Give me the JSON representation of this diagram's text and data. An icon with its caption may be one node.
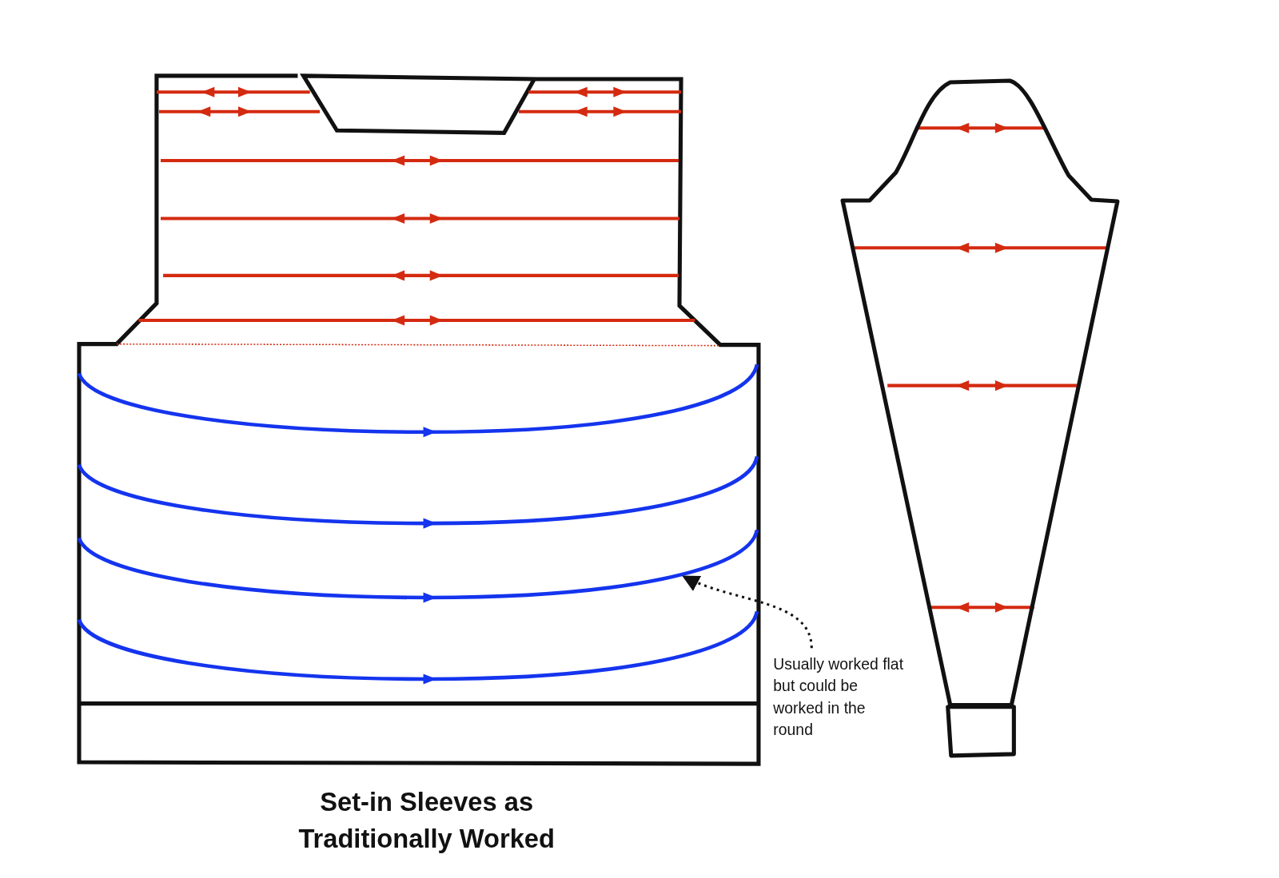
{
  "diagram": {
    "title": "Set-in Sleeves as Traditionally Worked",
    "nodes": [
      {
        "text": [
          "Usually worked flat but could be worked in the round"
        ]
      },
      {
        "text": [],
        "shape": "curve"
      }
    ],
    "edges": [
      {
        "from": 0,
        "to": 1,
        "arrow": "to",
        "style": "dashed"
      }
    ]
  }
}
